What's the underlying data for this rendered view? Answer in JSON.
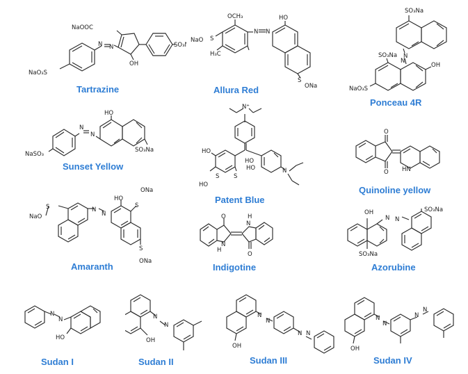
{
  "dyes": [
    {
      "name": "Tartrazine",
      "atoms": [
        "NaOOC",
        "N",
        "N",
        "NaO₃S",
        "SO₃Na",
        "OH"
      ]
    },
    {
      "name": "Allura Red",
      "atoms": [
        "OCH₃",
        "HO",
        "NaO",
        "S",
        "N",
        "N",
        "H₃C",
        "S",
        "ONa"
      ]
    },
    {
      "name": "Ponceau 4R",
      "atoms": [
        "SO₃Na",
        "N",
        "N",
        "SO₃Na",
        "OH",
        "NaO₃S"
      ]
    },
    {
      "name": "Sunset Yellow",
      "atoms": [
        "HO",
        "N",
        "N",
        "NaSO₃",
        "SO₃Na"
      ]
    },
    {
      "name": "Patent Blue",
      "atoms": [
        "N⁺",
        "HO",
        "HO",
        "S",
        "N",
        "HO",
        "S",
        "HO"
      ]
    },
    {
      "name": "Quinoline yellow",
      "atoms": [
        "O",
        "HN",
        "O"
      ]
    },
    {
      "name": "Amaranth",
      "atoms": [
        "ONa",
        "HO",
        "S",
        "NaO",
        "S",
        "N",
        "N",
        "S",
        "ONa"
      ]
    },
    {
      "name": "Indigotine",
      "atoms": [
        "O",
        "H",
        "N",
        "N",
        "H",
        "O"
      ]
    },
    {
      "name": "Azorubine",
      "atoms": [
        "OH",
        "SO₃Na",
        "N",
        "N",
        "SO₃Na"
      ]
    },
    {
      "name": "Sudan I",
      "atoms": [
        "N",
        "N",
        "HO"
      ]
    },
    {
      "name": "Sudan II",
      "atoms": [
        "N",
        "N",
        "OH"
      ]
    },
    {
      "name": "Sudan III",
      "atoms": [
        "N",
        "N",
        "N",
        "N",
        "OH"
      ]
    },
    {
      "name": "Sudan IV",
      "atoms": [
        "N",
        "N",
        "N",
        "N",
        "OH"
      ]
    }
  ],
  "colors": {
    "label": "#2e7dd4",
    "bond": "#2a2a2a",
    "background": "#ffffff"
  }
}
